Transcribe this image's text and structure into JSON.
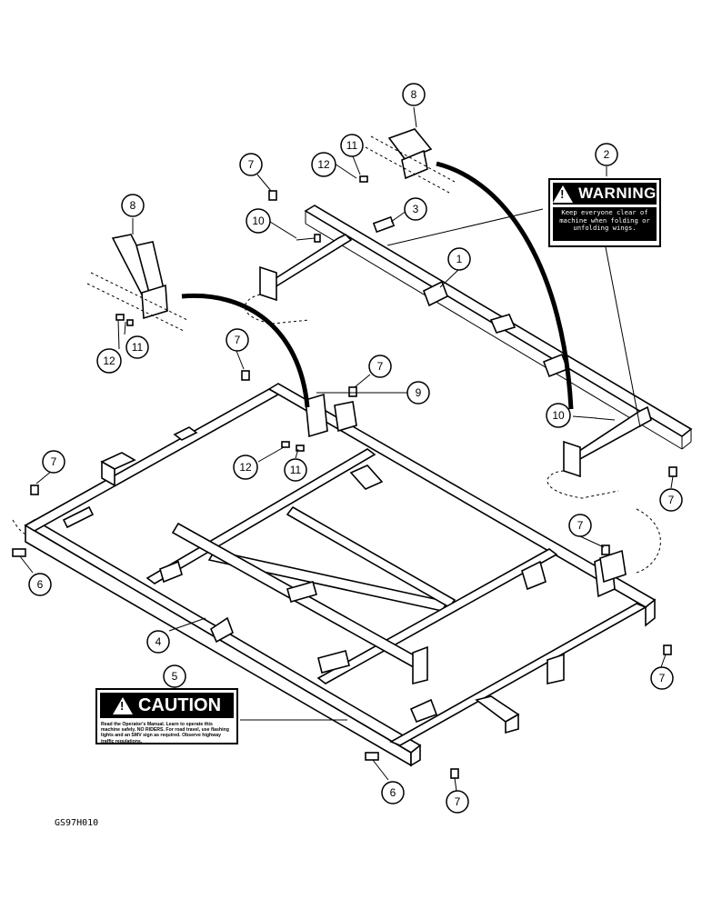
{
  "warning_decal": {
    "heading": "WARNING",
    "icon": "warning-triangle-icon",
    "text": "Keep everyone clear of machine when folding or unfolding wings."
  },
  "caution_decal": {
    "heading": "CAUTION",
    "icon": "caution-triangle-icon",
    "text": "Read the Operator's Manual. Learn to operate this machine safely. NO RIDERS. For road travel, use flashing lights and an SMV sign as required. Observe highway traffic regulations."
  },
  "callouts": [
    {
      "label": "1"
    },
    {
      "label": "2"
    },
    {
      "label": "3"
    },
    {
      "label": "4"
    },
    {
      "label": "5"
    },
    {
      "label": "6"
    },
    {
      "label": "6"
    },
    {
      "label": "7"
    },
    {
      "label": "7"
    },
    {
      "label": "7"
    },
    {
      "label": "7"
    },
    {
      "label": "7"
    },
    {
      "label": "7"
    },
    {
      "label": "7"
    },
    {
      "label": "7"
    },
    {
      "label": "8"
    },
    {
      "label": "8"
    },
    {
      "label": "9"
    },
    {
      "label": "10"
    },
    {
      "label": "10"
    },
    {
      "label": "11"
    },
    {
      "label": "11"
    },
    {
      "label": "11"
    },
    {
      "label": "12"
    },
    {
      "label": "12"
    },
    {
      "label": "12"
    }
  ],
  "figure_code": "GS97H010"
}
